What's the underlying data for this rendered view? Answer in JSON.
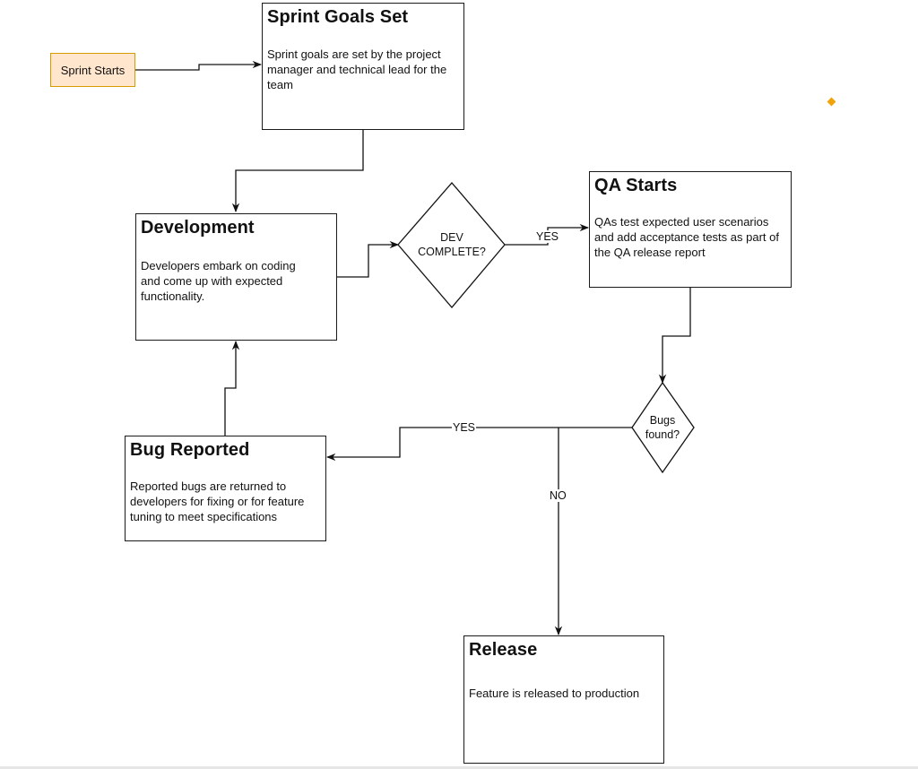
{
  "start": {
    "label": "Sprint Starts"
  },
  "boxes": {
    "sprint_goals": {
      "title": "Sprint Goals Set",
      "desc": "Sprint goals are set by the project manager and technical lead for the team"
    },
    "development": {
      "title": "Development",
      "desc": "Developers embark on coding and come up with expected functionality."
    },
    "qa": {
      "title": "QA Starts",
      "desc": "QAs test expected user scenarios and add acceptance tests as part of the QA release report"
    },
    "bug": {
      "title": "Bug Reported",
      "desc": "Reported bugs are returned to developers for fixing or for feature tuning to meet specifications"
    },
    "release": {
      "title": "Release",
      "desc": "Feature is released to production"
    }
  },
  "decisions": {
    "dev_complete": {
      "line1": "DEV",
      "line2": "COMPLETE?"
    },
    "bugs_found": {
      "line1": "Bugs",
      "line2": "found?"
    }
  },
  "edge_labels": {
    "dev_yes": "YES",
    "bugs_yes": "YES",
    "bugs_no": "NO"
  },
  "colors": {
    "start_fill": "#ffe6cc",
    "start_stroke": "#d79b00",
    "marker": "#f0a30a"
  }
}
